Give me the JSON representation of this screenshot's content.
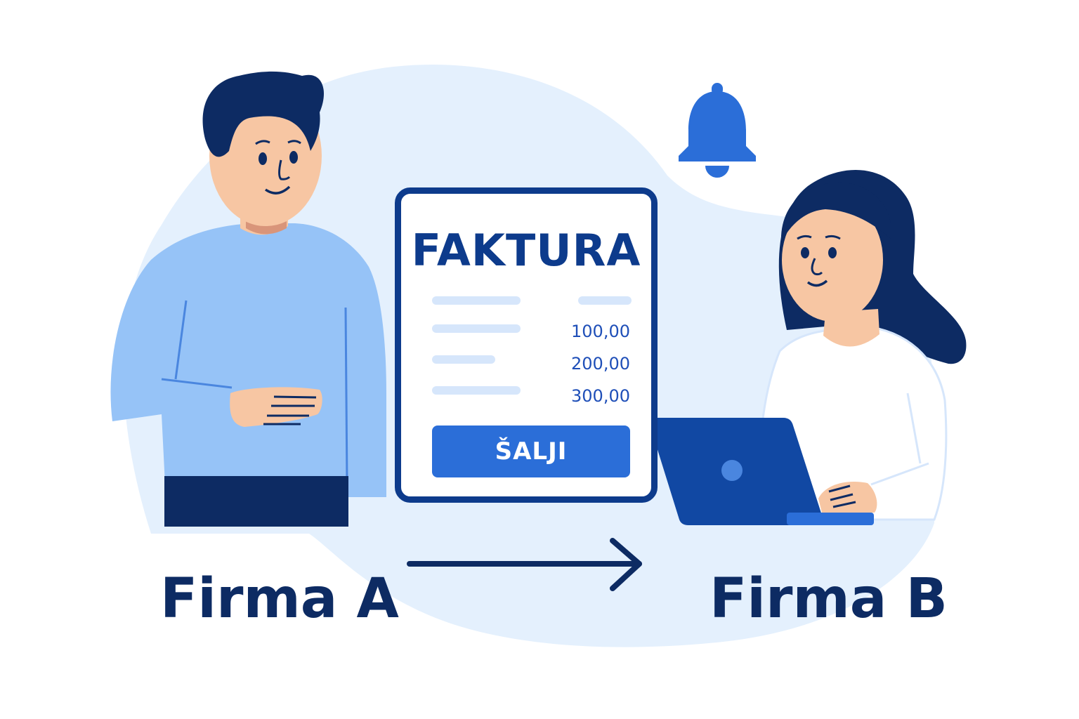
{
  "invoice": {
    "title": "FAKTURA",
    "amounts": [
      "100,00",
      "200,00",
      "300,00"
    ],
    "send_label": "ŠALJI"
  },
  "labels": {
    "sender": "Firma A",
    "receiver": "Firma B"
  },
  "icons": {
    "notification": "bell-icon",
    "flow": "arrow-right-icon"
  },
  "colors": {
    "navy": "#0d2b63",
    "primary_blue": "#2b6ed8",
    "light_blue_bg": "#e4f0fd",
    "sweater_blue": "#96c3f7"
  }
}
